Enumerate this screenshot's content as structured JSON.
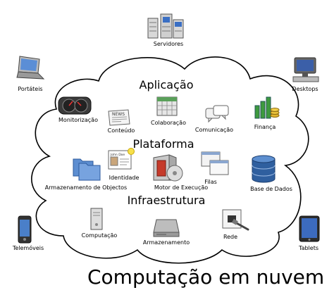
{
  "title": "Computação em nuvem",
  "layers": {
    "application": "Aplicação",
    "platform": "Plataforma",
    "infrastructure": "Infraestrutura"
  },
  "clients": {
    "servers": "Servidores",
    "laptops": "Portáteis",
    "desktops": "Desktops",
    "phones": "Telemóveis",
    "tablets": "Tablets"
  },
  "application_items": {
    "monitoring": "Monitorização",
    "content": "Conteúdo",
    "collaboration": "Colaboração",
    "communication": "Comunicação",
    "finance": "Finança",
    "news_icon_text": "NEWS"
  },
  "platform_items": {
    "object_storage": "Armazenamento de Objectos",
    "identity": "Identidade",
    "runtime": "Motor de Execução",
    "queues": "Filas",
    "database": "Base de Dados",
    "id_card_text": "John Doe"
  },
  "infrastructure_items": {
    "compute": "Computação",
    "storage": "Armazenamento",
    "network": "Rede"
  }
}
